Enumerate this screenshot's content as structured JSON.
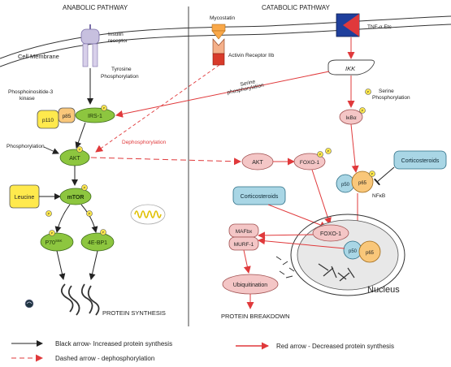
{
  "headers": {
    "anabolic": "ANABOLIC PATHWAY",
    "catabolic": "CATABOLIC  PATHWAY"
  },
  "labels": {
    "cell_membrane": "Cell Membrane",
    "insulin_receptor_1": "Insulin",
    "insulin_receptor_2": "receptor",
    "tyrosine_1": "Tyrosine",
    "tyrosine_2": "Phosphorylation",
    "pi3k_1": "Phosphoinositide-3",
    "pi3k_2": "kinase",
    "phosphorylation": "Phosphorylation",
    "mycostatin": "Mycostatin",
    "activin_receptor": "Activin Receptor IIb",
    "tnf": "TNF-α Etc",
    "serine_1": "Serine",
    "serine_2": "phosphorylation",
    "serine_r1": "Serine",
    "serine_r2": "Phosphorylation",
    "dephosphorylation": "Dephosphorylation",
    "nfkb": "NFκB",
    "nucleus": "Nucleus",
    "protein_synthesis": "PROTEIN SYNTHESIS",
    "protein_breakdown": "PROTEIN BREAKDOWN"
  },
  "nodes": {
    "irs1": "IRS-1",
    "p110": "p110",
    "p85": "p85",
    "akt_left": "AKT",
    "leucine": "Leucine",
    "mtor": "mTOR",
    "p70_main": "P70",
    "p70_sup": "S6K",
    "ebp1": "4E-BP1",
    "ikk": "IKK",
    "ikba": "IκBα",
    "akt_right": "AKT",
    "foxo_cyto": "FOXO-1",
    "corticosteroids_right": "Corticosteroids",
    "corticosteroids_mid": "Corticosteroids",
    "p50_cyto": "p50",
    "p65_cyto": "p65",
    "foxo_nuc": "FOXO-1",
    "mafbx": "MAFbx",
    "murf1": "MURF-1",
    "ubiquitination": "Ubiquitination",
    "p50_nuc": "p50",
    "p65_nuc": "p65",
    "phospho_mark": "P"
  },
  "legend": {
    "black": "Black arrow- Increased protein synthesis",
    "red": "Red arrow - Decreased protein synthesis",
    "dashed": "Dashed arrow - dephosphorylation"
  },
  "colors": {
    "green": "#8dc63f",
    "pink": "#f4c6c6",
    "blue": "#a9d6e5",
    "yellow": "#ffe94d",
    "orange": "#f9c77a",
    "navy": "#1f3f9c",
    "red_arrow": "#e0393b",
    "black_arrow": "#222222"
  }
}
